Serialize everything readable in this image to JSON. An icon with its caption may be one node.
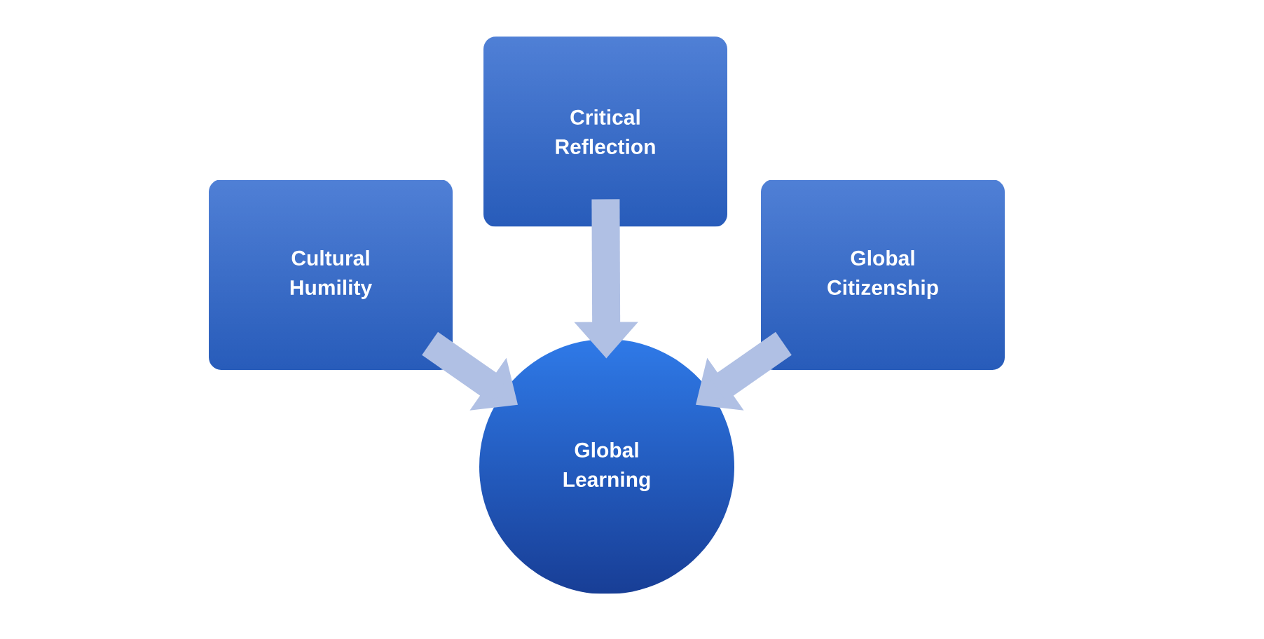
{
  "diagram": {
    "nodes": [
      {
        "text": [
          "Cultural Humility"
        ]
      },
      {
        "text": [
          "Critical Reflection"
        ]
      },
      {
        "text": [
          "Global Citizenship"
        ]
      },
      {
        "text": [
          "Global Learning"
        ]
      }
    ],
    "edges": [
      {
        "from": 0,
        "to": 3,
        "arrow": "to"
      },
      {
        "from": 1,
        "to": 3,
        "arrow": "to"
      },
      {
        "from": 2,
        "to": 3,
        "arrow": "to"
      }
    ]
  }
}
